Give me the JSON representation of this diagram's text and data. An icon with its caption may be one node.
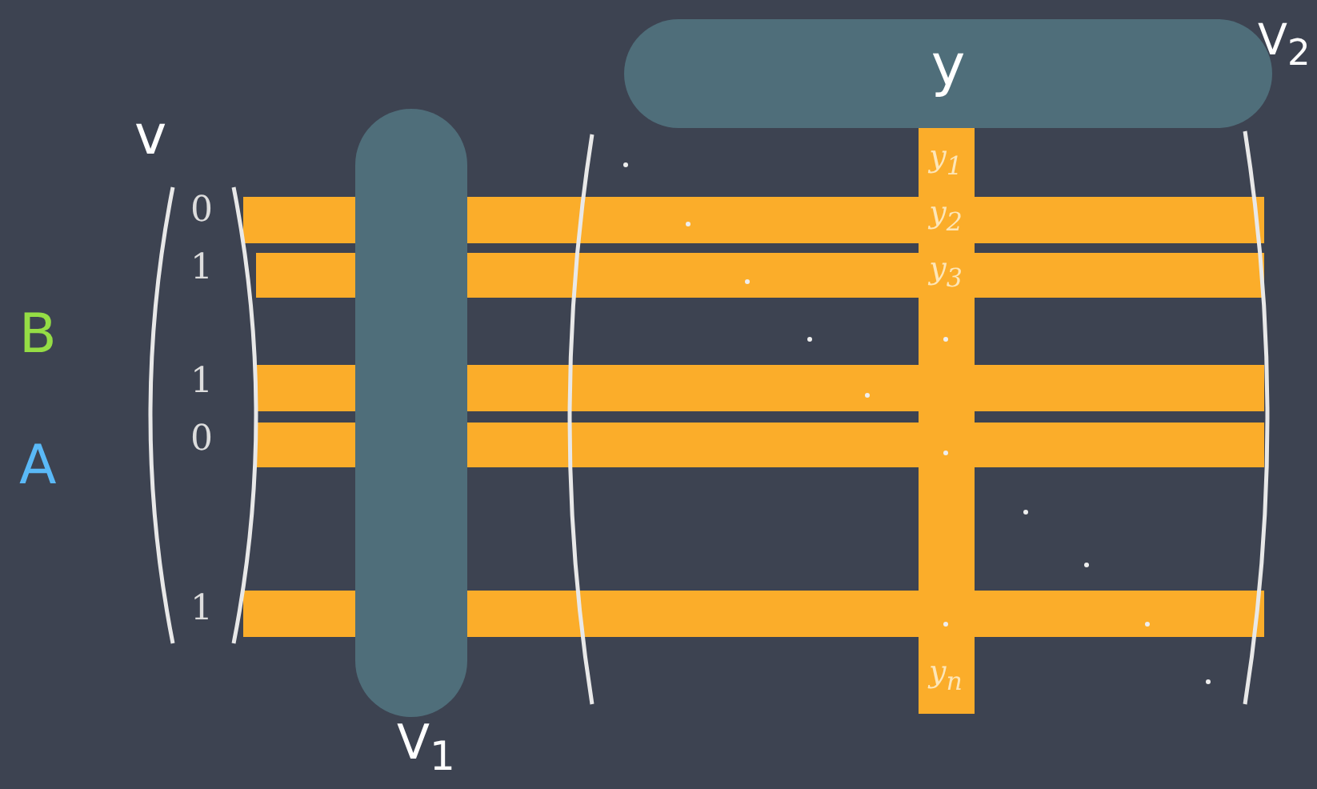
{
  "diagram": {
    "nodes": [
      {
        "text": [
          "y"
        ]
      },
      {
        "text": [],
        "shape": "bar"
      }
    ],
    "labels": [
      "V$_{2}$",
      "v",
      "0",
      "1",
      "1",
      "0",
      "1",
      "y$_{1}$",
      "y$_{2}$",
      "y$_{3}$",
      "y$_{n}$",
      "V$_{1}$"
    ],
    "legend": [
      {
        "text": "B",
        "color": "#95dd45"
      },
      {
        "text": "A",
        "color": "#5ab9f7"
      }
    ]
  }
}
